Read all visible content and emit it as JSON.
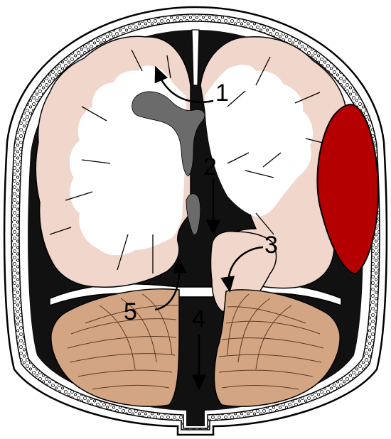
{
  "labels": {
    "l1": "1",
    "l2": "2",
    "l3": "3",
    "l4": "4",
    "l5": "5"
  },
  "colors": {
    "skull_fill": "#ffffff",
    "skull_outline": "#000000",
    "dura_space": "#111111",
    "cortex": "#f1d7cb",
    "white_matter": "#ffffff",
    "ventricle": "#6b6b6b",
    "hematoma": "#b40000",
    "cerebellum": "#d3a583",
    "foliation": "#5a3a22",
    "arrow": "#000000"
  }
}
